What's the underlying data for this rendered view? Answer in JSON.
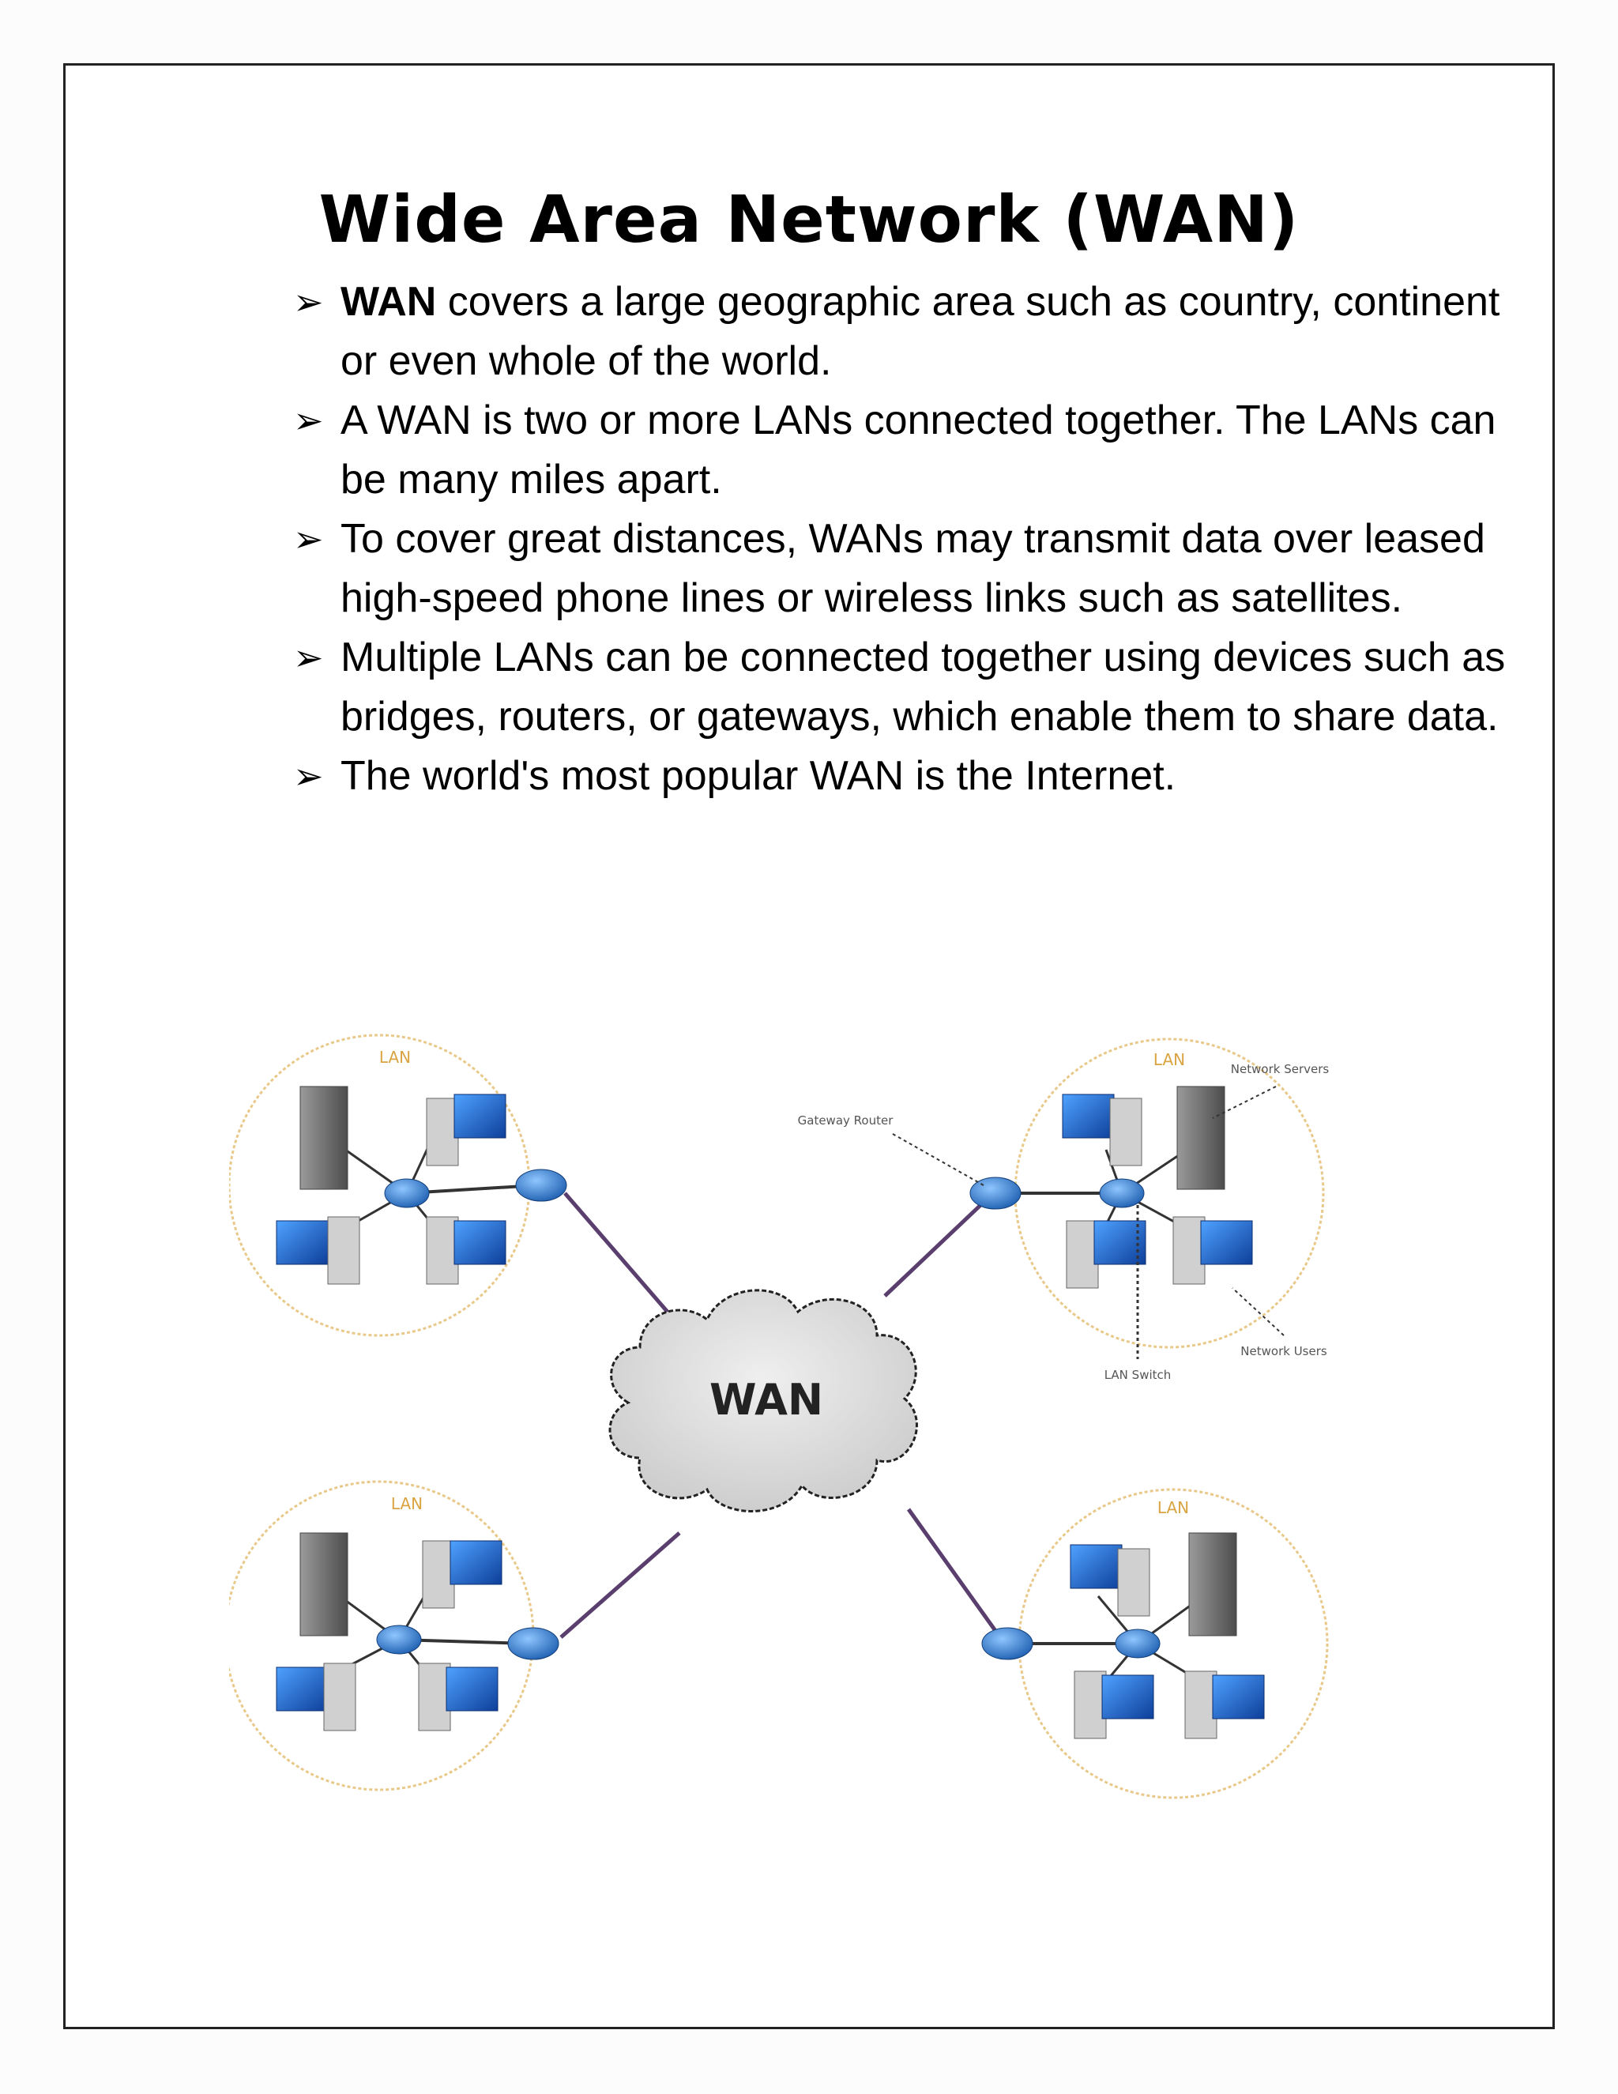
{
  "page": {
    "title": "Wide Area Network (WAN)"
  },
  "bullets": [
    {
      "bold": "WAN",
      "text": " covers a large geographic area such as country, continent or even whole of the world."
    },
    {
      "bold": "",
      "text": "A WAN is two or more LANs connected together. The LANs can be many miles apart."
    },
    {
      "bold": "",
      "text": "To cover great distances, WANs may transmit data over leased high-speed phone lines or wireless links such as satellites."
    },
    {
      "bold": "",
      "text": "Multiple LANs can be connected together using devices such as bridges, routers, or gateways, which enable them to share data."
    },
    {
      "bold": "",
      "text": "The world's most popular WAN is the Internet."
    }
  ],
  "bullet_symbol": "➢",
  "diagram": {
    "center_label": "WAN",
    "lan_label": "LAN",
    "callouts": {
      "gateway_router": "Gateway Router",
      "network_servers": "Network Servers",
      "network_users": "Network Users",
      "lan_switch": "LAN Switch"
    },
    "colors": {
      "lan_circle": "#e8c98a",
      "lan_label": "#d9a441",
      "link": "#5a3f6e",
      "router": "#2f7fd0",
      "monitor": "#1f5fb8",
      "server": "#7a7a7a",
      "cloud": "#d8d8d8"
    }
  }
}
